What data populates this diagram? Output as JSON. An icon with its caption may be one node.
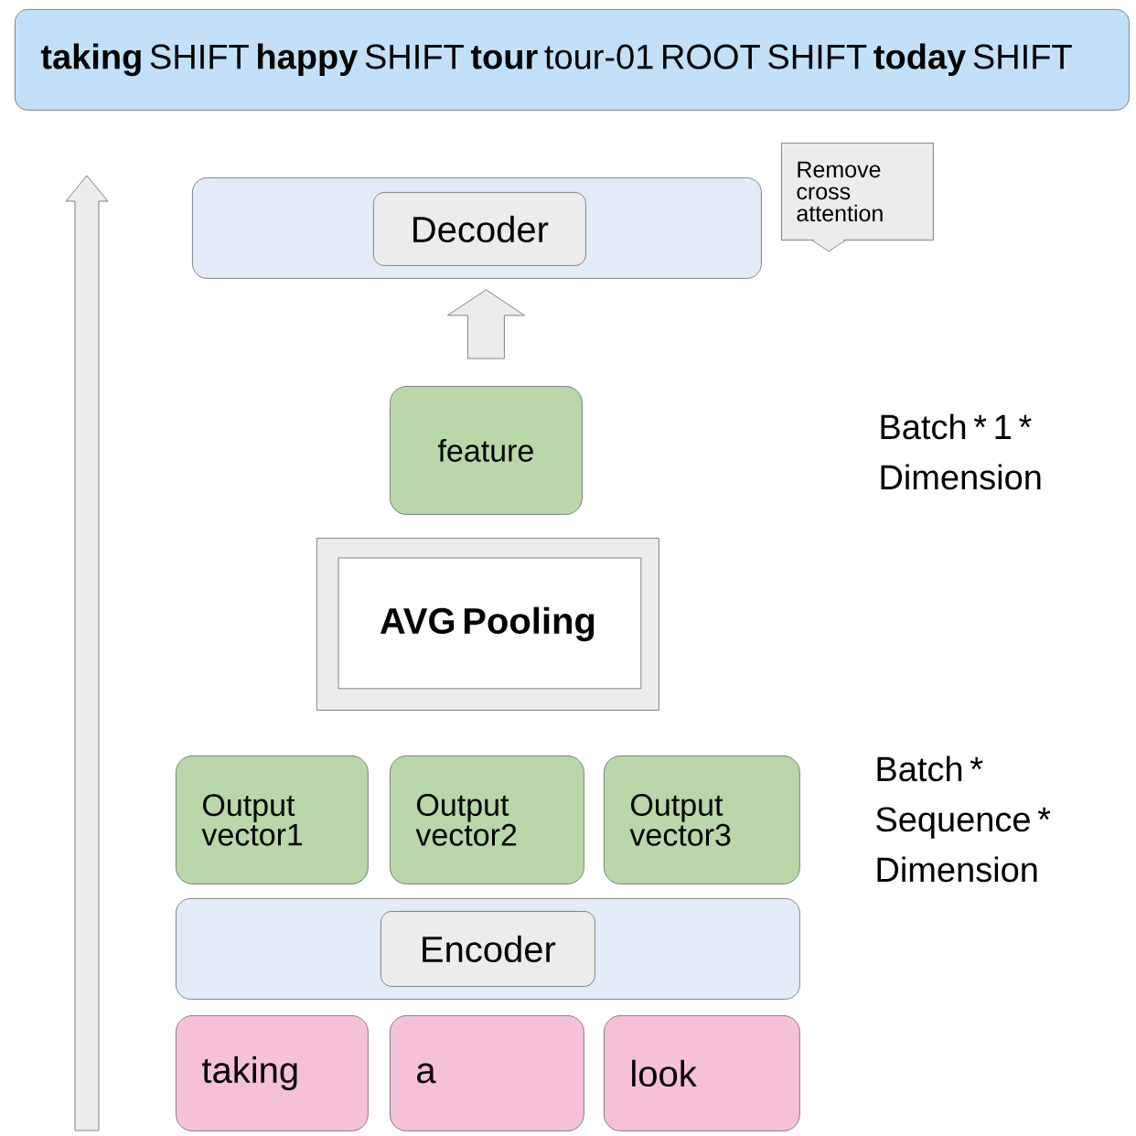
{
  "diagram": {
    "nodes": [
      {
        "text": [
          "**taking** SHIFT **happy** SHIFT **tour** tour-01 ROOT SHIFT **today** SHIFT"
        ]
      },
      {
        "text": [],
        "shape": "box"
      },
      {
        "text": [
          "Decoder"
        ],
        "in": 1
      },
      {
        "text": [
          "Remove cross attention"
        ]
      },
      {
        "text": [
          "feature"
        ]
      },
      {
        "text": [
          "AVG Pooling"
        ]
      },
      {
        "text": [
          "Output vector1"
        ]
      },
      {
        "text": [
          "Output vector2"
        ]
      },
      {
        "text": [
          "Output vector3"
        ]
      },
      {
        "text": [],
        "shape": "box"
      },
      {
        "text": [
          "Encoder"
        ],
        "in": 9
      },
      {
        "text": [
          "taking"
        ]
      },
      {
        "text": [
          "a"
        ]
      },
      {
        "text": [
          "look"
        ]
      }
    ],
    "edges": [
      {
        "from": 4,
        "to": 1,
        "arrow": "to"
      }
    ],
    "labels": [
      "Batch * 1 * Dimension",
      "Batch * Sequence * Dimension"
    ]
  }
}
